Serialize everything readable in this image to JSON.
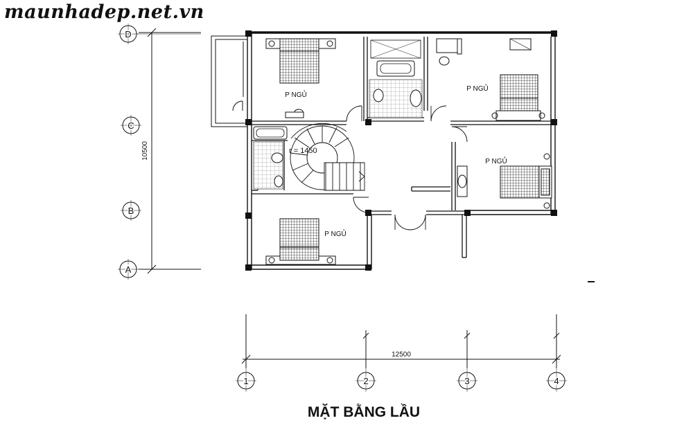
{
  "watermark": "maunhadep.net.vn",
  "title": "MẶT BẰNG LẦU",
  "dimensions": {
    "height_total": "10500",
    "width_total": "12500"
  },
  "row_axes": [
    "D",
    "C",
    "B",
    "A"
  ],
  "column_axes": [
    "1",
    "2",
    "3",
    "4"
  ],
  "rooms": {
    "bedroom_1": "P NGỦ",
    "bedroom_2": "P NGỦ",
    "bedroom_3": "P NGỦ",
    "bedroom_4": "P NGỦ"
  },
  "stair_radius": "r = 1450"
}
